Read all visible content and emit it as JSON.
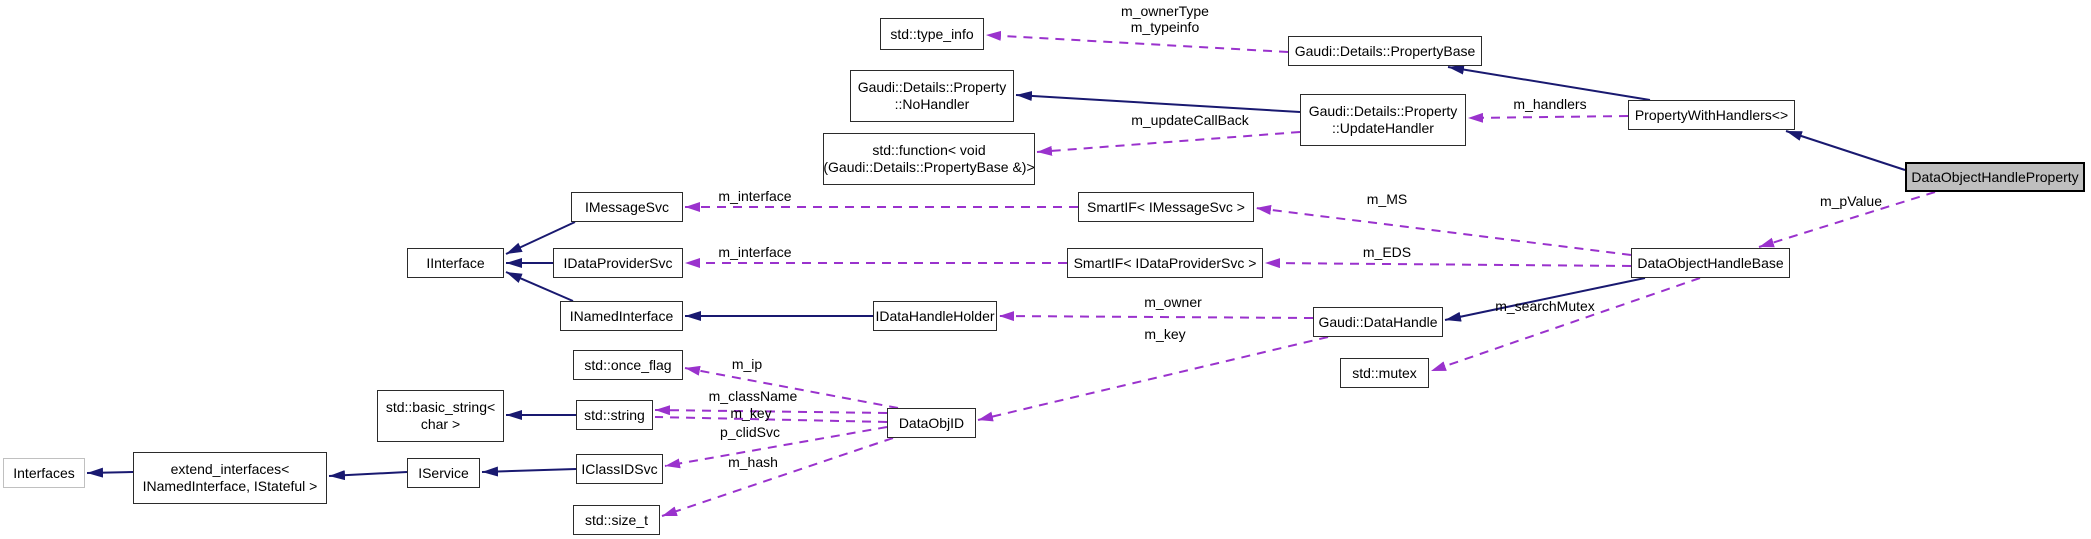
{
  "diagram": {
    "type": "doxygen-collaboration-graph",
    "selected_class": "DataObjectHandleProperty",
    "colors": {
      "background": "#ffffff",
      "inheritance_edge": "#191970",
      "usage_edge": "#9a32cd",
      "node_border": "#2b2b2b",
      "external_node_border": "#c0c0c0",
      "selected_node_fill": "#bfbfbf",
      "text": "#000000"
    },
    "nodes": {
      "type_info": {
        "label": "std::type_info"
      },
      "property_base": {
        "label": "Gaudi::Details::PropertyBase"
      },
      "no_handler": {
        "line1": "Gaudi::Details::Property",
        "line2": "::NoHandler"
      },
      "update_handler": {
        "line1": "Gaudi::Details::Property",
        "line2": "::UpdateHandler"
      },
      "property_with_handlers": {
        "label": "PropertyWithHandlers<>"
      },
      "doh_property": {
        "label": "DataObjectHandleProperty"
      },
      "std_function": {
        "line1": "std::function< void",
        "line2": "(Gaudi::Details::PropertyBase &)>"
      },
      "imessagesvc": {
        "label": "IMessageSvc"
      },
      "smartif_ms": {
        "label": "SmartIF< IMessageSvc >"
      },
      "iinterface": {
        "label": "IInterface"
      },
      "idataprovidersvc": {
        "label": "IDataProviderSvc"
      },
      "smartif_eds": {
        "label": "SmartIF< IDataProviderSvc >"
      },
      "doh_base": {
        "label": "DataObjectHandleBase"
      },
      "inamedinterface": {
        "label": "INamedInterface"
      },
      "idatahandleholder": {
        "label": "IDataHandleHolder"
      },
      "datahandle": {
        "label": "Gaudi::DataHandle"
      },
      "std_mutex": {
        "label": "std::mutex"
      },
      "once_flag": {
        "label": "std::once_flag"
      },
      "basic_string": {
        "line1": "std::basic_string<",
        "line2": "char >"
      },
      "std_string": {
        "label": "std::string"
      },
      "dataobjid": {
        "label": "DataObjID"
      },
      "interfaces": {
        "label": "Interfaces"
      },
      "extend_interfaces": {
        "line1": "extend_interfaces<",
        "line2": "INamedInterface, IStateful >"
      },
      "iservice": {
        "label": "IService"
      },
      "iclassidsvc": {
        "label": "IClassIDSvc"
      },
      "std_size_t": {
        "label": "std::size_t"
      }
    },
    "edge_labels": {
      "owner_type": {
        "line1": "m_ownerType",
        "line2": "m_typeinfo"
      },
      "handlers": "m_handlers",
      "update_call_back": "m_updateCallBack",
      "interface_ms": "m_interface",
      "interface_eds": "m_interface",
      "ms": "m_MS",
      "eds": "m_EDS",
      "p_value": "m_pValue",
      "owner": "m_owner",
      "key_handle": "m_key",
      "search_mutex": "m_searchMutex",
      "ip": "m_ip",
      "class_name": "m_className",
      "key_objid": "m_key",
      "clid_svc": "p_clidSvc",
      "hash": "m_hash"
    }
  }
}
